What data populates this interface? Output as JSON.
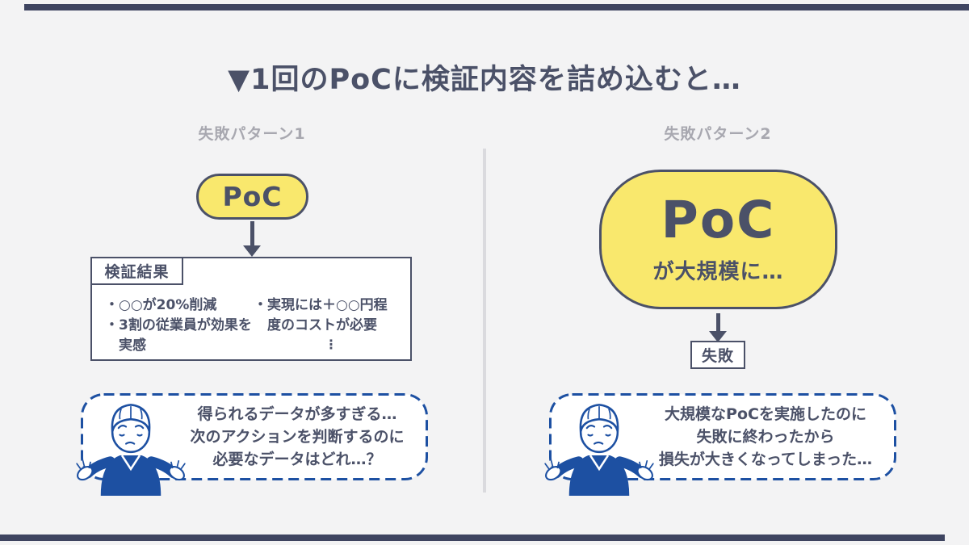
{
  "title": "▼1回のPoCに検証内容を詰め込むと…",
  "colors": {
    "background": "#f3f3f4",
    "ink_navy": "#4b5168",
    "accent_bar": "#3e4460",
    "poc_yellow": "#f9e86d",
    "bubble_blue": "#1d50a2",
    "header_gray": "#a8a8b0",
    "divider_gray": "#dadade"
  },
  "pattern1": {
    "header": "失敗パターン1",
    "poc_label": "PoC",
    "result_box": {
      "tab": "検証結果",
      "col1_lines": [
        "・○○が20%削減",
        "・3割の従業員が効果を",
        "　実感"
      ],
      "col2_lines": [
        "・実現には＋○○円程",
        "　度のコストが必要"
      ],
      "more_indicator": "⋮"
    },
    "bubble_lines": [
      "得られるデータが多すぎる…",
      "次のアクションを判断するのに",
      "必要なデータはどれ…？"
    ]
  },
  "pattern2": {
    "header": "失敗パターン2",
    "poc_label": "PoC",
    "poc_sub": "が大規模に…",
    "fail_label": "失敗",
    "bubble_lines": [
      "大規模なPoCを実施したのに",
      "失敗に終わったから",
      "損失が大きくなってしまった…"
    ]
  }
}
